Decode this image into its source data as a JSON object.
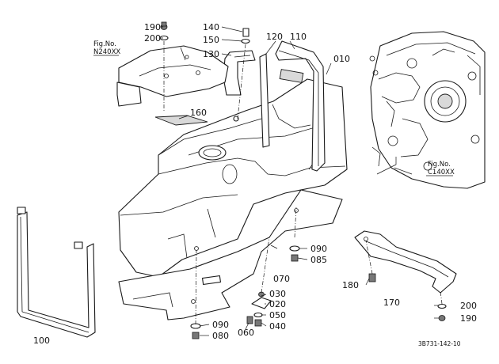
{
  "figure_refs": {
    "top_left": {
      "line1": "Fig.No.",
      "line2": "N240XX"
    },
    "right": {
      "line1": "Fig.No.",
      "line2": "C140XX"
    }
  },
  "callouts": {
    "p010": "010",
    "p020": "020",
    "p030": "030",
    "p040": "040",
    "p050": "050",
    "p060": "060",
    "p070": "070",
    "p080": "080",
    "p085": "085",
    "p090_a": "090",
    "p090_b": "090",
    "p100": "100",
    "p110": "110",
    "p120": "120",
    "p130": "130",
    "p140": "140",
    "p150": "150",
    "p160": "160",
    "p170": "170",
    "p180": "180",
    "p190_a": "190",
    "p190_b": "190",
    "p200_a": "200",
    "p200_b": "200"
  },
  "drawing_code": "3B731-142-10"
}
